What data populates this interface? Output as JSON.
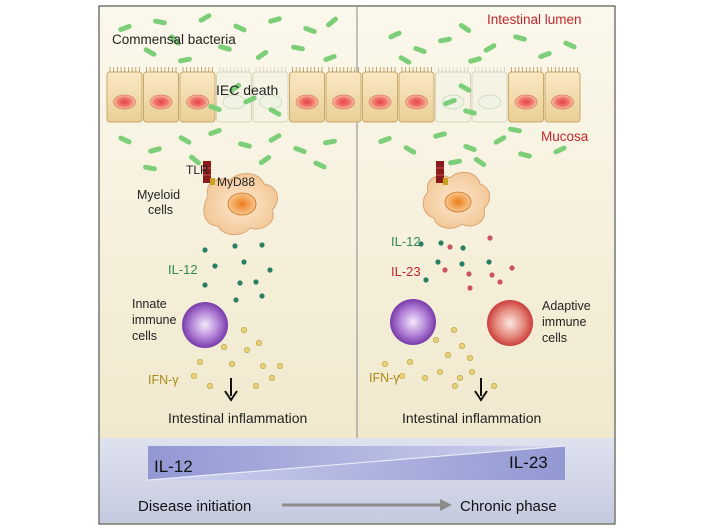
{
  "labels": {
    "commensal_bacteria": "Commensal bacteria",
    "intestinal_lumen": "Intestinal lumen",
    "iec_death": "IEC death",
    "mucosa": "Mucosa",
    "tlr": "TLR",
    "myd88": "MyD88",
    "myeloid_line1": "Myeloid",
    "myeloid_line2": "cells",
    "il12_left": "IL-12",
    "il12_right": "IL-12",
    "il23_right": "IL-23",
    "innate_line1": "Innate",
    "innate_line2": "immune",
    "innate_line3": "cells",
    "adaptive_line1": "Adaptive",
    "adaptive_line2": "immune",
    "adaptive_line3": "cells",
    "ifng_left": "IFN-γ",
    "ifng_right": "IFN-γ",
    "inflammation_left": "Intestinal inflammation",
    "inflammation_right": "Intestinal inflammation",
    "bar_il12": "IL-12",
    "bar_il23": "IL-23",
    "disease_initiation": "Disease initiation",
    "chronic_phase": "Chronic phase"
  },
  "colors": {
    "red_label": "#c0272d",
    "green_label": "#2e8b57",
    "gold_label": "#a88a14",
    "bacteria": "#7ccf78",
    "il12_dot": "#2a7f62",
    "il23_dot": "#c8555f",
    "ifng_dot": "#d8c25a",
    "innate_cell": "#8a3fc0",
    "adaptive_cell": "#d83a3a"
  }
}
